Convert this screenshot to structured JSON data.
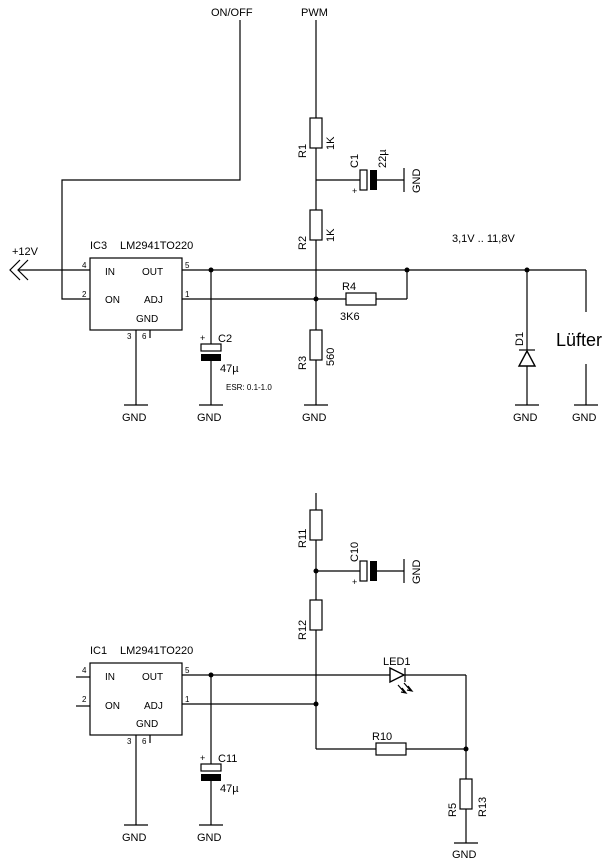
{
  "net": {
    "on_off": "ON/OFF",
    "pwm": "PWM",
    "v12": "+12V",
    "gnd": "GND",
    "voltage_range": "3,1V .. 11,8V",
    "fan": "Lüfter"
  },
  "ic3": {
    "ref": "IC3",
    "part": "LM2941TO220",
    "pin_in": "IN",
    "pin_out": "OUT",
    "pin_on": "ON",
    "pin_adj": "ADJ",
    "pin_gnd": "GND",
    "n4": "4",
    "n5": "5",
    "n2": "2",
    "n1": "1",
    "n3": "3",
    "n6": "6"
  },
  "ic1": {
    "ref": "IC1",
    "part": "LM2941TO220",
    "pin_in": "IN",
    "pin_out": "OUT",
    "pin_on": "ON",
    "pin_adj": "ADJ",
    "pin_gnd": "GND",
    "n4": "4",
    "n5": "5",
    "n2": "2",
    "n1": "1",
    "n3": "3",
    "n6": "6"
  },
  "r1": {
    "ref": "R1",
    "value": "1K"
  },
  "r2": {
    "ref": "R2",
    "value": "1K"
  },
  "r3": {
    "ref": "R3",
    "value": "560"
  },
  "r4": {
    "ref": "R4",
    "value": "3K6"
  },
  "c1": {
    "ref": "C1",
    "value": "22µ"
  },
  "c2": {
    "ref": "C2",
    "value": "47µ",
    "note": "ESR: 0.1-1.0"
  },
  "d1": {
    "ref": "D1"
  },
  "r11": {
    "ref": "R11"
  },
  "r12": {
    "ref": "R12"
  },
  "c10": {
    "ref": "C10"
  },
  "led1": {
    "ref": "LED1"
  },
  "r10": {
    "ref": "R10"
  },
  "r5": {
    "ref": "R5"
  },
  "r13": {
    "ref": "R13"
  },
  "c11": {
    "ref": "C11",
    "value": "47µ"
  },
  "plus": "+"
}
